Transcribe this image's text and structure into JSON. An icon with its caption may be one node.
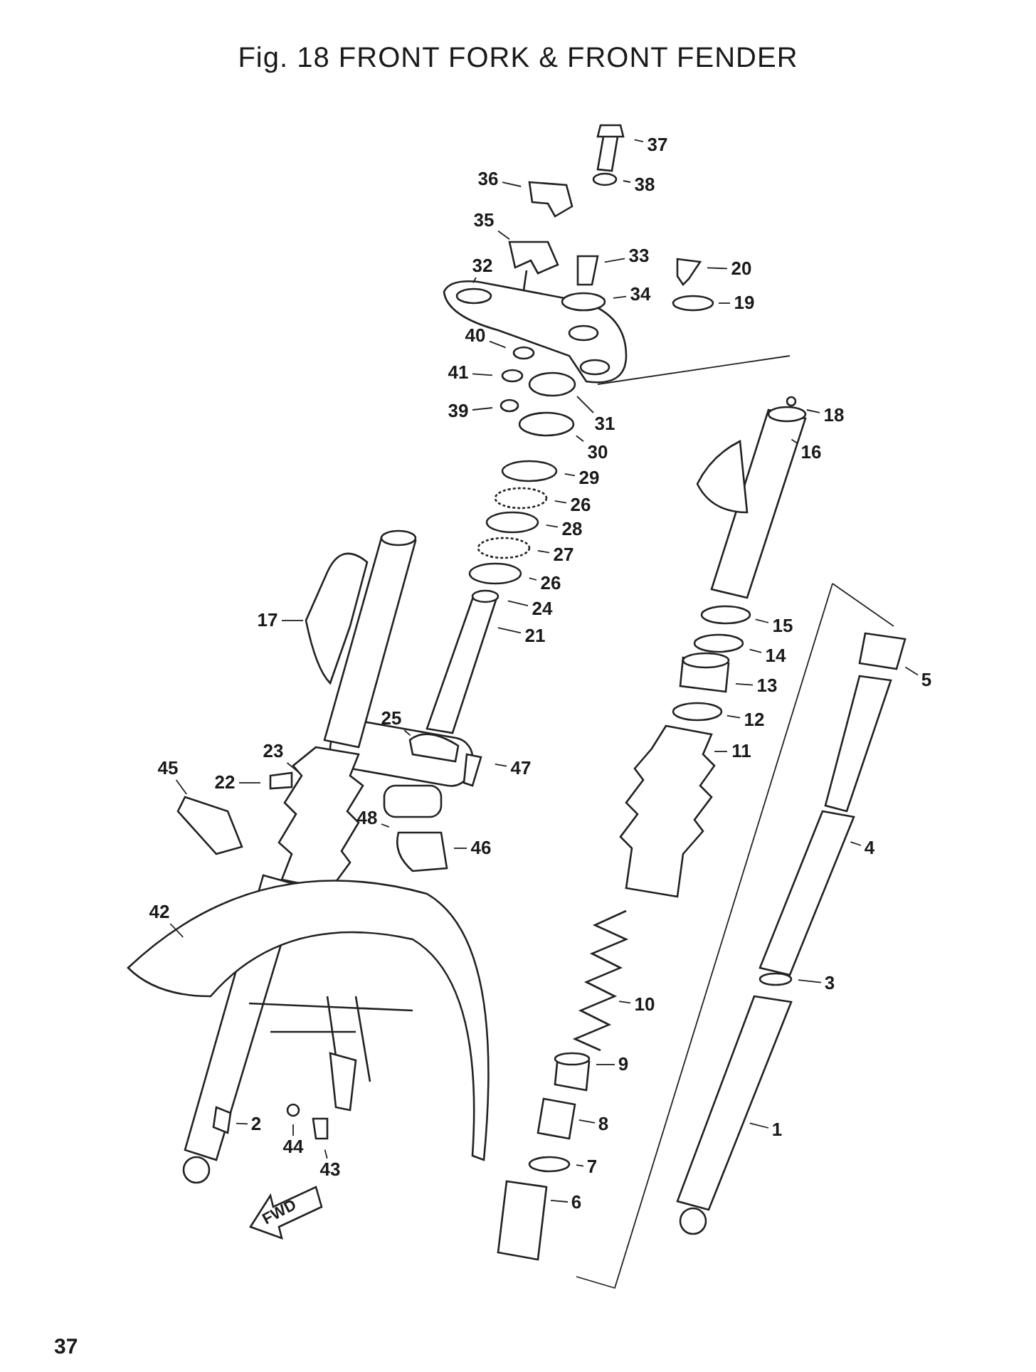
{
  "diagram": {
    "title": "Fig. 18 FRONT FORK & FRONT FENDER",
    "nodes": [
      {
        "text": [
          "37"
        ]
      },
      {
        "text": [
          "38"
        ]
      },
      {
        "text": [
          "36"
        ]
      },
      {
        "text": [
          "35"
        ]
      },
      {
        "text": [
          "33"
        ]
      },
      {
        "text": [
          "20"
        ]
      },
      {
        "text": [
          "32"
        ]
      },
      {
        "text": [
          "34"
        ]
      },
      {
        "text": [
          "19"
        ]
      },
      {
        "text": [
          "40"
        ]
      },
      {
        "text": [
          "41"
        ]
      },
      {
        "text": [
          "39"
        ]
      },
      {
        "text": [
          "18"
        ]
      },
      {
        "text": [
          "31"
        ]
      },
      {
        "text": [
          "16"
        ]
      },
      {
        "text": [
          "30"
        ]
      },
      {
        "text": [
          "29"
        ]
      },
      {
        "text": [
          "26"
        ]
      },
      {
        "text": [
          "28"
        ]
      },
      {
        "text": [
          "27"
        ]
      },
      {
        "text": [
          "26"
        ]
      },
      {
        "text": [
          "24"
        ]
      },
      {
        "text": [
          "17"
        ]
      },
      {
        "text": [
          "15"
        ]
      },
      {
        "text": [
          "21"
        ]
      },
      {
        "text": [
          "14"
        ]
      },
      {
        "text": [
          "5"
        ]
      },
      {
        "text": [
          "13"
        ]
      },
      {
        "text": [
          "25"
        ]
      },
      {
        "text": [
          "12"
        ]
      },
      {
        "text": [
          "11"
        ]
      },
      {
        "text": [
          "23"
        ]
      },
      {
        "text": [
          "47"
        ]
      },
      {
        "text": [
          "45"
        ]
      },
      {
        "text": [
          "22"
        ]
      },
      {
        "text": [
          "48"
        ]
      },
      {
        "text": [
          "46"
        ]
      },
      {
        "text": [
          "4"
        ]
      },
      {
        "text": [
          "42"
        ]
      },
      {
        "text": [
          "3"
        ]
      },
      {
        "text": [
          "10"
        ]
      },
      {
        "text": [
          "9"
        ]
      },
      {
        "text": [
          "2"
        ]
      },
      {
        "text": [
          "8"
        ]
      },
      {
        "text": [
          "1"
        ]
      },
      {
        "text": [
          "44"
        ]
      },
      {
        "text": [
          "43"
        ]
      },
      {
        "text": [
          "7"
        ]
      },
      {
        "text": [
          "6"
        ]
      }
    ],
    "edges": [
      {
        "from": 0,
        "to": null,
        "arrow": "none"
      },
      {
        "from": 1,
        "to": null,
        "arrow": "none"
      },
      {
        "from": 2,
        "to": null,
        "arrow": "none"
      },
      {
        "from": 3,
        "to": null,
        "arrow": "none"
      },
      {
        "from": 4,
        "to": null,
        "arrow": "none"
      },
      {
        "from": 5,
        "to": null,
        "arrow": "none"
      },
      {
        "from": 6,
        "to": null,
        "arrow": "none"
      },
      {
        "from": 7,
        "to": null,
        "arrow": "none"
      },
      {
        "from": 8,
        "to": null,
        "arrow": "none"
      },
      {
        "from": 9,
        "to": null,
        "arrow": "none"
      },
      {
        "from": 10,
        "to": null,
        "arrow": "none"
      },
      {
        "from": 11,
        "to": null,
        "arrow": "none"
      },
      {
        "from": 12,
        "to": null,
        "arrow": "none"
      },
      {
        "from": 13,
        "to": null,
        "arrow": "none"
      },
      {
        "from": 14,
        "to": null,
        "arrow": "none"
      },
      {
        "from": 15,
        "to": null,
        "arrow": "none"
      },
      {
        "from": 16,
        "to": null,
        "arrow": "none"
      },
      {
        "from": 17,
        "to": null,
        "arrow": "none"
      },
      {
        "from": 18,
        "to": null,
        "arrow": "none"
      },
      {
        "from": 19,
        "to": null,
        "arrow": "none"
      },
      {
        "from": 20,
        "to": null,
        "arrow": "none"
      },
      {
        "from": 21,
        "to": null,
        "arrow": "none"
      },
      {
        "from": 22,
        "to": null,
        "arrow": "none"
      },
      {
        "from": 23,
        "to": null,
        "arrow": "none"
      },
      {
        "from": 24,
        "to": null,
        "arrow": "none"
      },
      {
        "from": 25,
        "to": null,
        "arrow": "none"
      },
      {
        "from": 26,
        "to": null,
        "arrow": "none"
      },
      {
        "from": 27,
        "to": null,
        "arrow": "none"
      },
      {
        "from": 28,
        "to": null,
        "arrow": "none"
      },
      {
        "from": 29,
        "to": null,
        "arrow": "none"
      },
      {
        "from": 30,
        "to": null,
        "arrow": "none"
      },
      {
        "from": 31,
        "to": null,
        "arrow": "none"
      },
      {
        "from": 32,
        "to": null,
        "arrow": "none"
      },
      {
        "from": 33,
        "to": null,
        "arrow": "none"
      },
      {
        "from": 34,
        "to": null,
        "arrow": "none"
      },
      {
        "from": 35,
        "to": null,
        "arrow": "none"
      },
      {
        "from": 36,
        "to": null,
        "arrow": "none"
      },
      {
        "from": 37,
        "to": null,
        "arrow": "none"
      },
      {
        "from": 38,
        "to": null,
        "arrow": "none"
      },
      {
        "from": 39,
        "to": null,
        "arrow": "none"
      },
      {
        "from": 40,
        "to": null,
        "arrow": "none"
      },
      {
        "from": 41,
        "to": null,
        "arrow": "none"
      },
      {
        "from": 42,
        "to": null,
        "arrow": "none"
      },
      {
        "from": 43,
        "to": null,
        "arrow": "none"
      },
      {
        "from": 44,
        "to": null,
        "arrow": "none"
      },
      {
        "from": 45,
        "to": null,
        "arrow": "none"
      },
      {
        "from": 46,
        "to": null,
        "arrow": "none"
      },
      {
        "from": 47,
        "to": null,
        "arrow": "none"
      },
      {
        "from": 48,
        "to": null,
        "arrow": "none"
      }
    ],
    "labels": [
      "FWD",
      "37"
    ]
  }
}
